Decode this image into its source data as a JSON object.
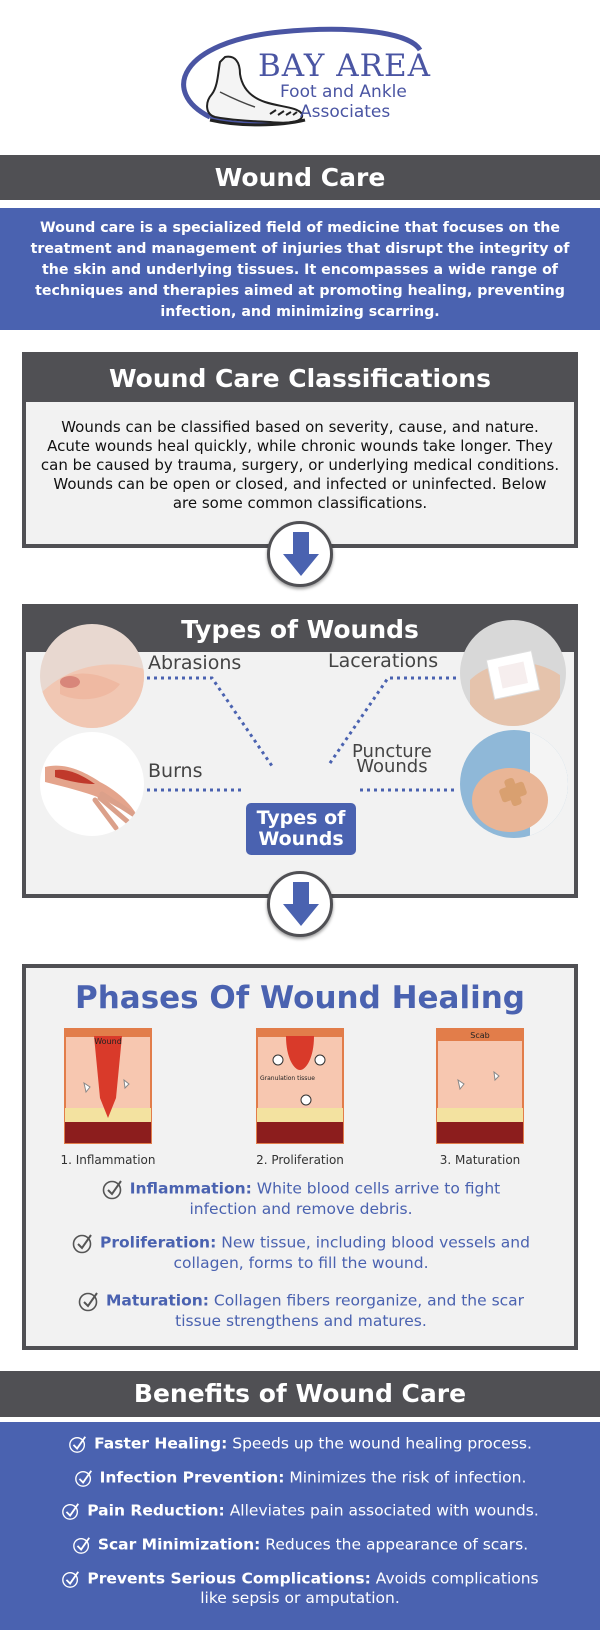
{
  "logo": {
    "title": "BAY AREA",
    "line1": "Foot and Ankle",
    "line2": "Associates"
  },
  "wound_care": {
    "title": "Wound Care",
    "intro": "Wound care is a specialized field of medicine that focuses on the treatment and management of injuries that disrupt the integrity of the skin and underlying tissues. It encompasses a wide range of techniques and therapies aimed at promoting healing, preventing infection, and minimizing scarring."
  },
  "classifications": {
    "title": "Wound Care Classifications",
    "text": "Wounds can be classified based on severity, cause, and nature. Acute wounds heal quickly, while chronic wounds take longer. They can be caused by trauma, surgery, or underlying medical conditions. Wounds can be open or closed, and infected or uninfected. Below are some common classifications."
  },
  "types": {
    "title": "Types of Wounds",
    "center_line1": "Types of",
    "center_line2": "Wounds",
    "abrasions": "Abrasions",
    "lacerations": "Lacerations",
    "burns": "Burns",
    "puncture_line1": "Puncture",
    "puncture_line2": "Wounds"
  },
  "phases": {
    "title": "Phases Of Wound Healing",
    "img_wound": "Wound",
    "img_granulation": "Granulation tissue",
    "img_scab": "Scab",
    "labels": [
      "1. Inflammation",
      "2. Proliferation",
      "3. Maturation"
    ],
    "items": [
      {
        "term": "Inflammation:",
        "desc": "White blood cells arrive to fight infection and remove debris."
      },
      {
        "term": "Proliferation:",
        "desc": "New tissue, including blood vessels and collagen, forms to fill the wound."
      },
      {
        "term": "Maturation:",
        "desc": "Collagen fibers reorganize, and the scar tissue strengthens and matures."
      }
    ]
  },
  "benefits": {
    "title": "Benefits of Wound Care",
    "items": [
      {
        "term": "Faster Healing:",
        "desc": "Speeds up the wound healing process."
      },
      {
        "term": "Infection Prevention:",
        "desc": "Minimizes the risk of infection."
      },
      {
        "term": "Pain Reduction:",
        "desc": "Alleviates pain associated with wounds."
      },
      {
        "term": "Scar Minimization:",
        "desc": "Reduces the appearance of scars."
      },
      {
        "term": "Prevents Serious Complications:",
        "desc": "Avoids complications",
        "desc2": "like sepsis or amputation."
      }
    ]
  },
  "colors": {
    "brand_blue": "#4a62b0",
    "dark_gray": "#505054",
    "panel_bg": "#f2f2f2",
    "logo_blue": "#4a55a3"
  }
}
